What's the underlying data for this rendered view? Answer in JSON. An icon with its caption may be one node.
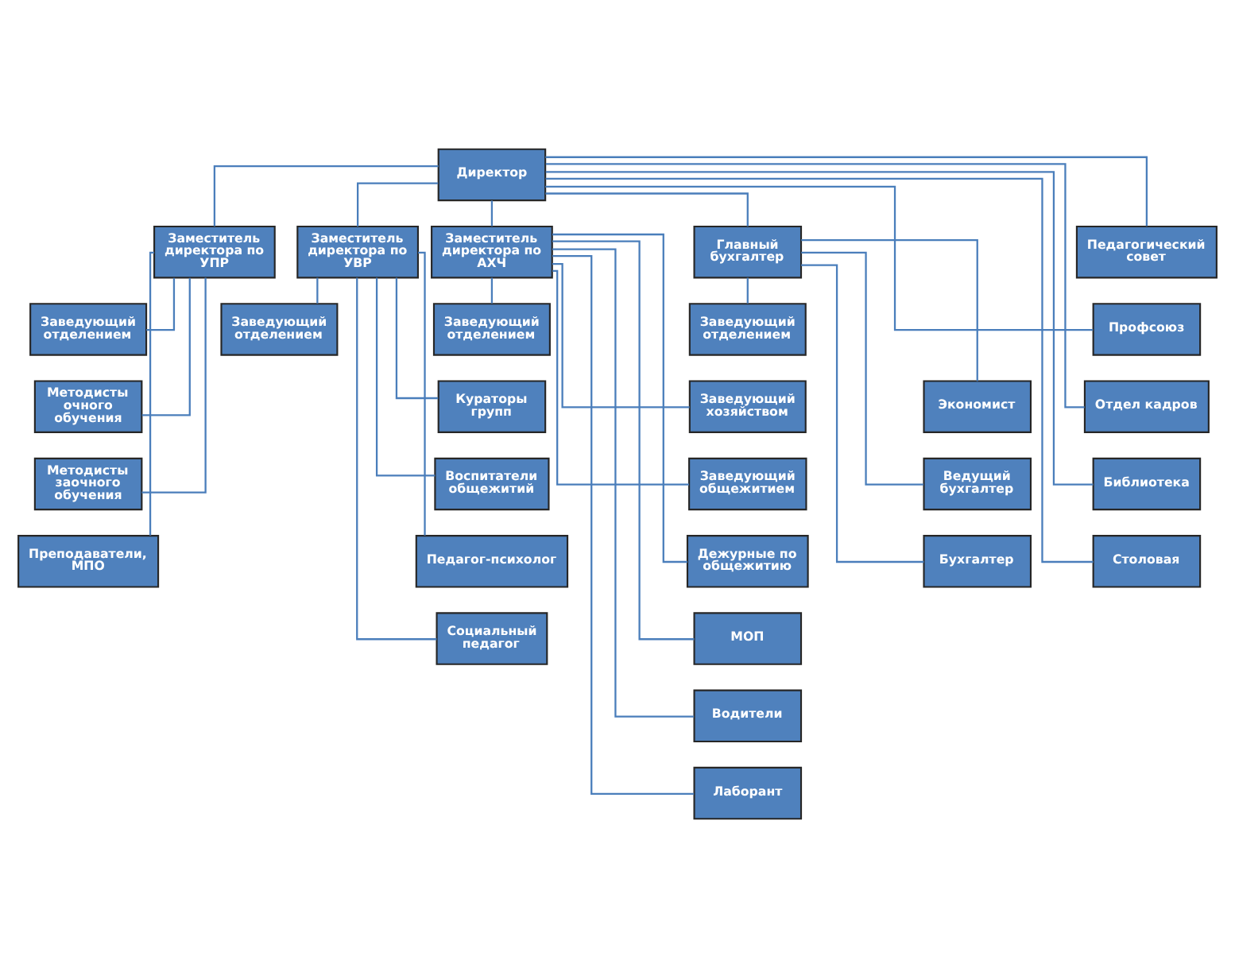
{
  "diagram": {
    "nodes": [
      {
        "text": [
          "Директор"
        ]
      },
      {
        "text": [
          "Заместитель директора по УПР"
        ]
      },
      {
        "text": [
          "Заместитель директора по УВР"
        ]
      },
      {
        "text": [
          "Заместитель директора по АХЧ"
        ]
      },
      {
        "text": [
          "Главный бухгалтер"
        ]
      },
      {
        "text": [
          "Педагогический совет"
        ]
      },
      {
        "text": [
          "Заведующий отделением"
        ]
      },
      {
        "text": [
          "Методисты очного обучения"
        ]
      },
      {
        "text": [
          "Методисты заочного обучения"
        ]
      },
      {
        "text": [
          "Преподаватели, МПО"
        ]
      },
      {
        "text": [
          "Заведующий отделением"
        ]
      },
      {
        "text": [
          "Заведующий отделением"
        ]
      },
      {
        "text": [
          "Кураторы групп"
        ]
      },
      {
        "text": [
          "Воспитатели общежитий"
        ]
      },
      {
        "text": [
          "Педагог-психолог"
        ]
      },
      {
        "text": [
          "Социальный педагог"
        ]
      },
      {
        "text": [
          "Заведующий отделением"
        ]
      },
      {
        "text": [
          "Заведующий хозяйством"
        ]
      },
      {
        "text": [
          "Заведующий общежитием"
        ]
      },
      {
        "text": [
          "Дежурные по общежитию"
        ]
      },
      {
        "text": [
          "МОП"
        ]
      },
      {
        "text": [
          "Водители"
        ]
      },
      {
        "text": [
          "Лаборант"
        ]
      },
      {
        "text": [
          "Экономист"
        ]
      },
      {
        "text": [
          "Ведущий бухгалтер"
        ]
      },
      {
        "text": [
          "Бухгалтер"
        ]
      },
      {
        "text": [
          "Профсоюз"
        ]
      },
      {
        "text": [
          "Отдел кадров"
        ]
      },
      {
        "text": [
          "Библиотека"
        ]
      },
      {
        "text": [
          "Столовая"
        ]
      }
    ],
    "edges": [
      {
        "from": 0,
        "to": 1,
        "arrow": "none"
      },
      {
        "from": 0,
        "to": 2,
        "arrow": "none"
      },
      {
        "from": 0,
        "to": 3,
        "arrow": "none"
      },
      {
        "from": 0,
        "to": 4,
        "arrow": "none"
      },
      {
        "from": 0,
        "to": 5,
        "arrow": "none"
      },
      {
        "from": 0,
        "to": 26,
        "arrow": "none"
      },
      {
        "from": 0,
        "to": 27,
        "arrow": "none"
      },
      {
        "from": 0,
        "to": 28,
        "arrow": "none"
      },
      {
        "from": 0,
        "to": 29,
        "arrow": "none"
      },
      {
        "from": 1,
        "to": 6,
        "arrow": "none"
      },
      {
        "from": 1,
        "to": 7,
        "arrow": "none"
      },
      {
        "from": 1,
        "to": 8,
        "arrow": "none"
      },
      {
        "from": 1,
        "to": 9,
        "arrow": "none"
      },
      {
        "from": 2,
        "to": 10,
        "arrow": "none"
      },
      {
        "from": 2,
        "to": 12,
        "arrow": "none"
      },
      {
        "from": 2,
        "to": 13,
        "arrow": "none"
      },
      {
        "from": 2,
        "to": 14,
        "arrow": "none"
      },
      {
        "from": 2,
        "to": 15,
        "arrow": "none"
      },
      {
        "from": 3,
        "to": 11,
        "arrow": "none"
      },
      {
        "from": 3,
        "to": 17,
        "arrow": "none"
      },
      {
        "from": 3,
        "to": 18,
        "arrow": "none"
      },
      {
        "from": 3,
        "to": 19,
        "arrow": "none"
      },
      {
        "from": 3,
        "to": 20,
        "arrow": "none"
      },
      {
        "from": 3,
        "to": 21,
        "arrow": "none"
      },
      {
        "from": 3,
        "to": 22,
        "arrow": "none"
      },
      {
        "from": 4,
        "to": 16,
        "arrow": "none"
      },
      {
        "from": 4,
        "to": 23,
        "arrow": "none"
      },
      {
        "from": 4,
        "to": 24,
        "arrow": "none"
      },
      {
        "from": 4,
        "to": 25,
        "arrow": "none"
      }
    ]
  }
}
